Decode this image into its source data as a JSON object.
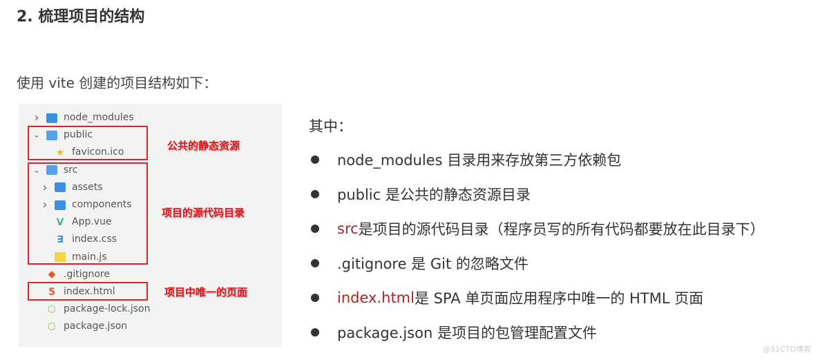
{
  "title": "2. 梳理项目的结构",
  "intro": "使用 vite 创建的项目结构如下：",
  "tree": [
    {
      "label": "node_modules",
      "icon": "folder-icon",
      "chevron": "right",
      "indent": 0
    },
    {
      "label": "public",
      "icon": "folder-open-icon",
      "chevron": "down",
      "indent": 0
    },
    {
      "label": "favicon.ico",
      "icon": "star-icon",
      "chevron": "",
      "indent": 1
    },
    {
      "label": "src",
      "icon": "folder-open-icon",
      "chevron": "down",
      "indent": 0
    },
    {
      "label": "assets",
      "icon": "folder-icon",
      "chevron": "right",
      "indent": 1
    },
    {
      "label": "components",
      "icon": "folder-icon",
      "chevron": "right",
      "indent": 1
    },
    {
      "label": "App.vue",
      "icon": "vue-icon",
      "chevron": "",
      "indent": 1
    },
    {
      "label": "index.css",
      "icon": "css-icon",
      "chevron": "",
      "indent": 1
    },
    {
      "label": "main.js",
      "icon": "js-icon",
      "chevron": "",
      "indent": 1
    },
    {
      "label": ".gitignore",
      "icon": "git-icon",
      "chevron": "",
      "indent": 0
    },
    {
      "label": "index.html",
      "icon": "html-icon",
      "chevron": "",
      "indent": 0
    },
    {
      "label": "package-lock.json",
      "icon": "json-icon",
      "chevron": "",
      "indent": 0
    },
    {
      "label": "package.json",
      "icon": "json-icon",
      "chevron": "",
      "indent": 0
    }
  ],
  "annotations": {
    "public": "公共的静态资源",
    "src": "项目的源代码目录",
    "index": "项目中唯一的页面"
  },
  "list_heading": "其中：",
  "bullets": [
    {
      "hl": "",
      "text": "node_modules 目录用来存放第三方依赖包"
    },
    {
      "hl": "",
      "text": "public 是公共的静态资源目录"
    },
    {
      "hl": "src",
      "text": " 是项目的源代码目录（程序员写的所有代码都要放在此目录下）"
    },
    {
      "hl": "",
      "text": ".gitignore 是 Git 的忽略文件"
    },
    {
      "hl": "index.html",
      "text": " 是 SPA 单页面应用程序中唯一的 HTML 页面"
    },
    {
      "hl": "",
      "text": "package.json 是项目的包管理配置文件"
    }
  ],
  "watermark": "@51CTO博客",
  "colors": {
    "highlight": "#b22222",
    "annotation": "#e0161c",
    "folder": "#3d8fe0"
  }
}
